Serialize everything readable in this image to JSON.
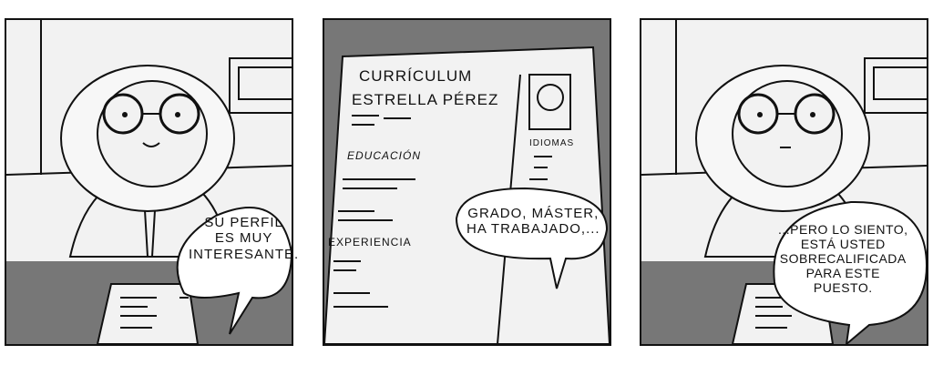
{
  "panels": [
    {
      "speech": [
        "Su perfil",
        "es muy",
        "interesante."
      ]
    },
    {
      "cv": {
        "title": "Currículum",
        "name": "Estrella Pérez",
        "sections": [
          "Educación",
          "Experiencia",
          "Idiomas"
        ]
      },
      "speech": [
        "Grado, máster,",
        "ha trabajado,..."
      ]
    },
    {
      "speech": [
        "...pero lo siento,",
        "está usted",
        "sobrecalificada",
        "para este",
        "puesto."
      ]
    }
  ],
  "colors": {
    "ink": "#111111",
    "gray": "#777777",
    "paper": "#f2f2f2"
  }
}
